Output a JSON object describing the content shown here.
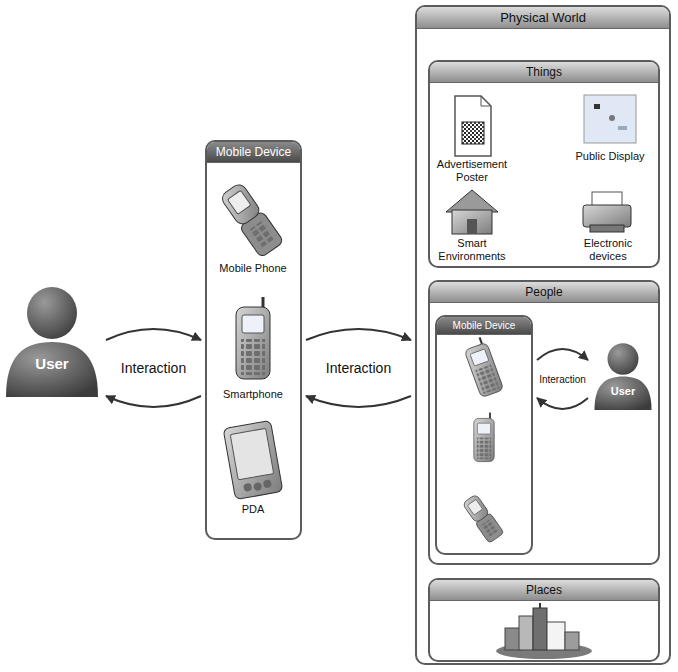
{
  "diagram": {
    "nodes": [
      {
        "text": [
          "User"
        ]
      },
      {
        "text": [
          "Mobile Device"
        ]
      },
      {
        "text": [
          "Physical World"
        ]
      },
      {
        "text": [
          "Things"
        ],
        "in": 2
      },
      {
        "text": [
          "People"
        ],
        "in": 2
      },
      {
        "text": [
          "Mobile Device"
        ],
        "in": 4
      },
      {
        "text": [
          "User"
        ],
        "in": 4
      },
      {
        "text": [
          "Places"
        ],
        "in": 2
      }
    ],
    "edges": [
      {
        "from": 0,
        "to": 1,
        "arrow": "both",
        "label": "Interaction"
      },
      {
        "from": 1,
        "to": 2,
        "arrow": "both",
        "label": "Interaction"
      },
      {
        "from": 5,
        "to": 6,
        "arrow": "both",
        "label": "Interaction"
      }
    ],
    "labels": [
      "Mobile Phone",
      "Smartphone",
      "PDA",
      "Advertisement Poster",
      "Public Display",
      "Smart Environments",
      "Electronic devices"
    ]
  }
}
